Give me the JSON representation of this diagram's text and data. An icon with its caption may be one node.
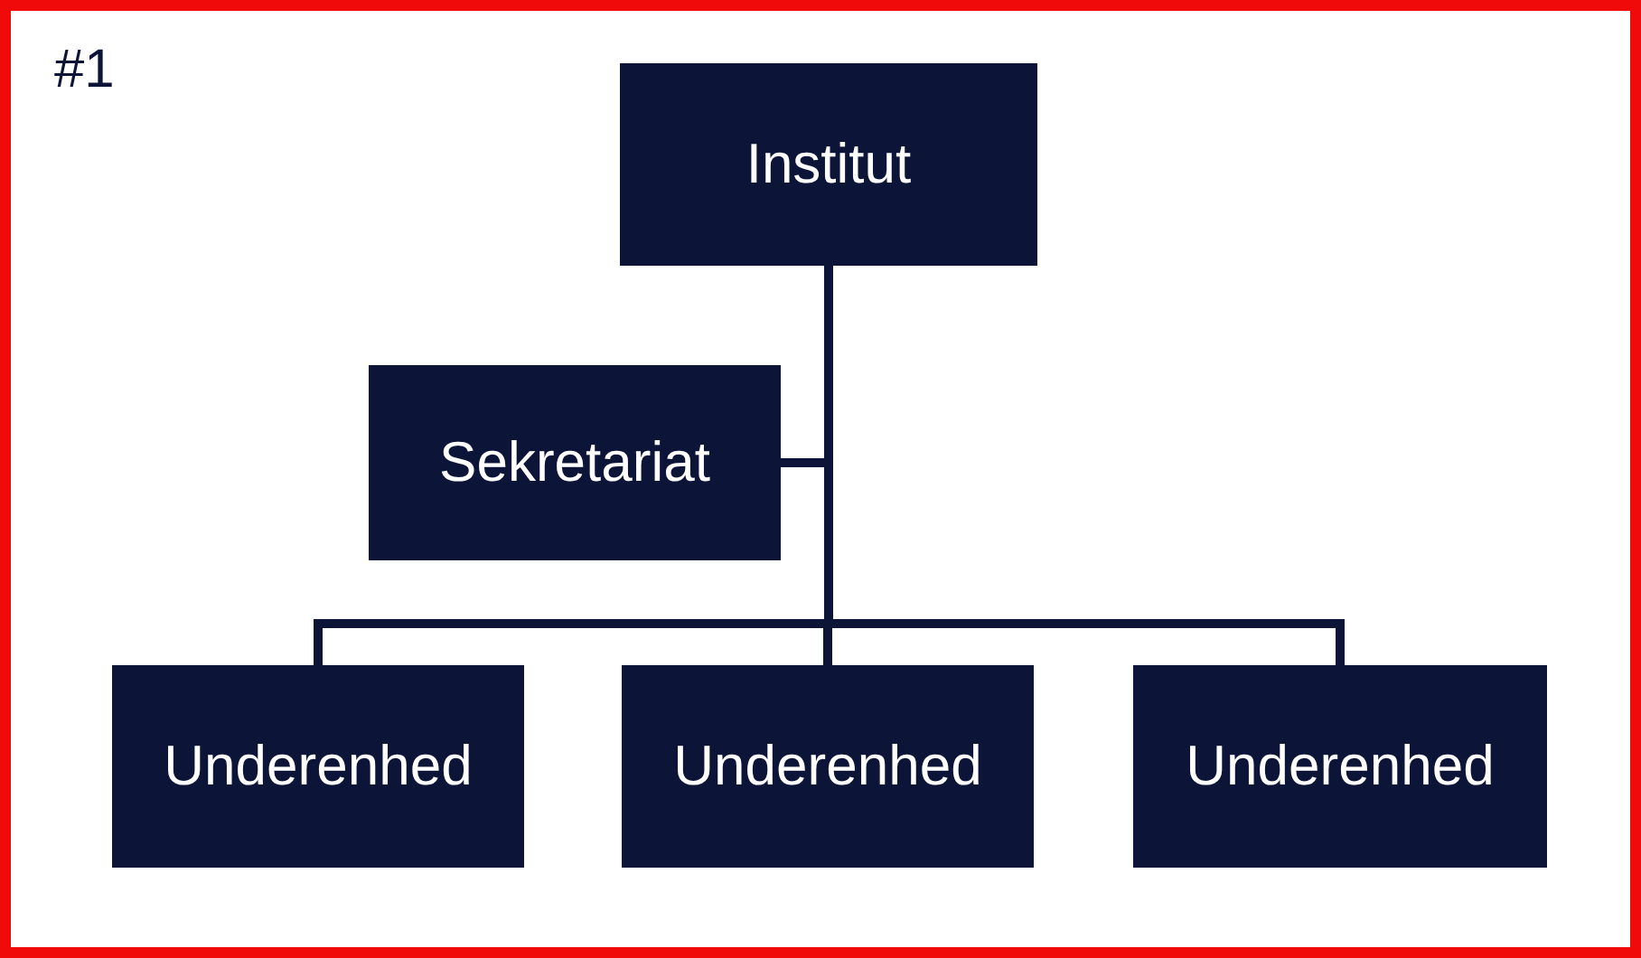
{
  "diagram": {
    "nodes": [
      {
        "text": [
          "Institut"
        ]
      },
      {
        "text": [
          "Sekretariat"
        ]
      },
      {
        "text": [
          "Underenhed"
        ]
      },
      {
        "text": [
          "Underenhed"
        ]
      },
      {
        "text": [
          "Underenhed"
        ]
      }
    ],
    "edges": [
      {
        "from": 0,
        "to": 1,
        "arrow": "none"
      },
      {
        "from": 0,
        "to": 2,
        "arrow": "none"
      },
      {
        "from": 0,
        "to": 3,
        "arrow": "none"
      },
      {
        "from": 0,
        "to": 4,
        "arrow": "none"
      }
    ],
    "labels": [
      "#1"
    ]
  }
}
